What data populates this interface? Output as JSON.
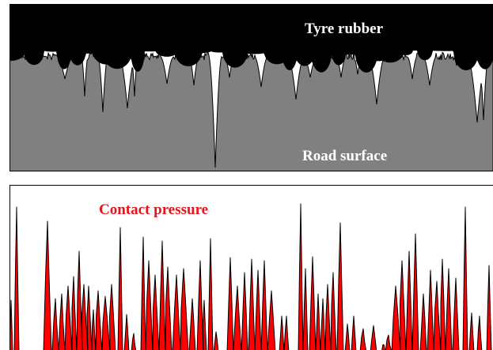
{
  "top_panel": {
    "rubber_label": "Tyre rubber",
    "road_label": "Road surface",
    "colors": {
      "rubber": "#000000",
      "road": "#808080",
      "gap": "#ffffff",
      "frame": "#000000"
    }
  },
  "bottom_panel": {
    "pressure_label": "Contact pressure",
    "colors": {
      "pressure_fill": "#ff0000",
      "pressure_label": "#e8141b",
      "outline": "#000000",
      "frame": "#000000"
    }
  }
}
